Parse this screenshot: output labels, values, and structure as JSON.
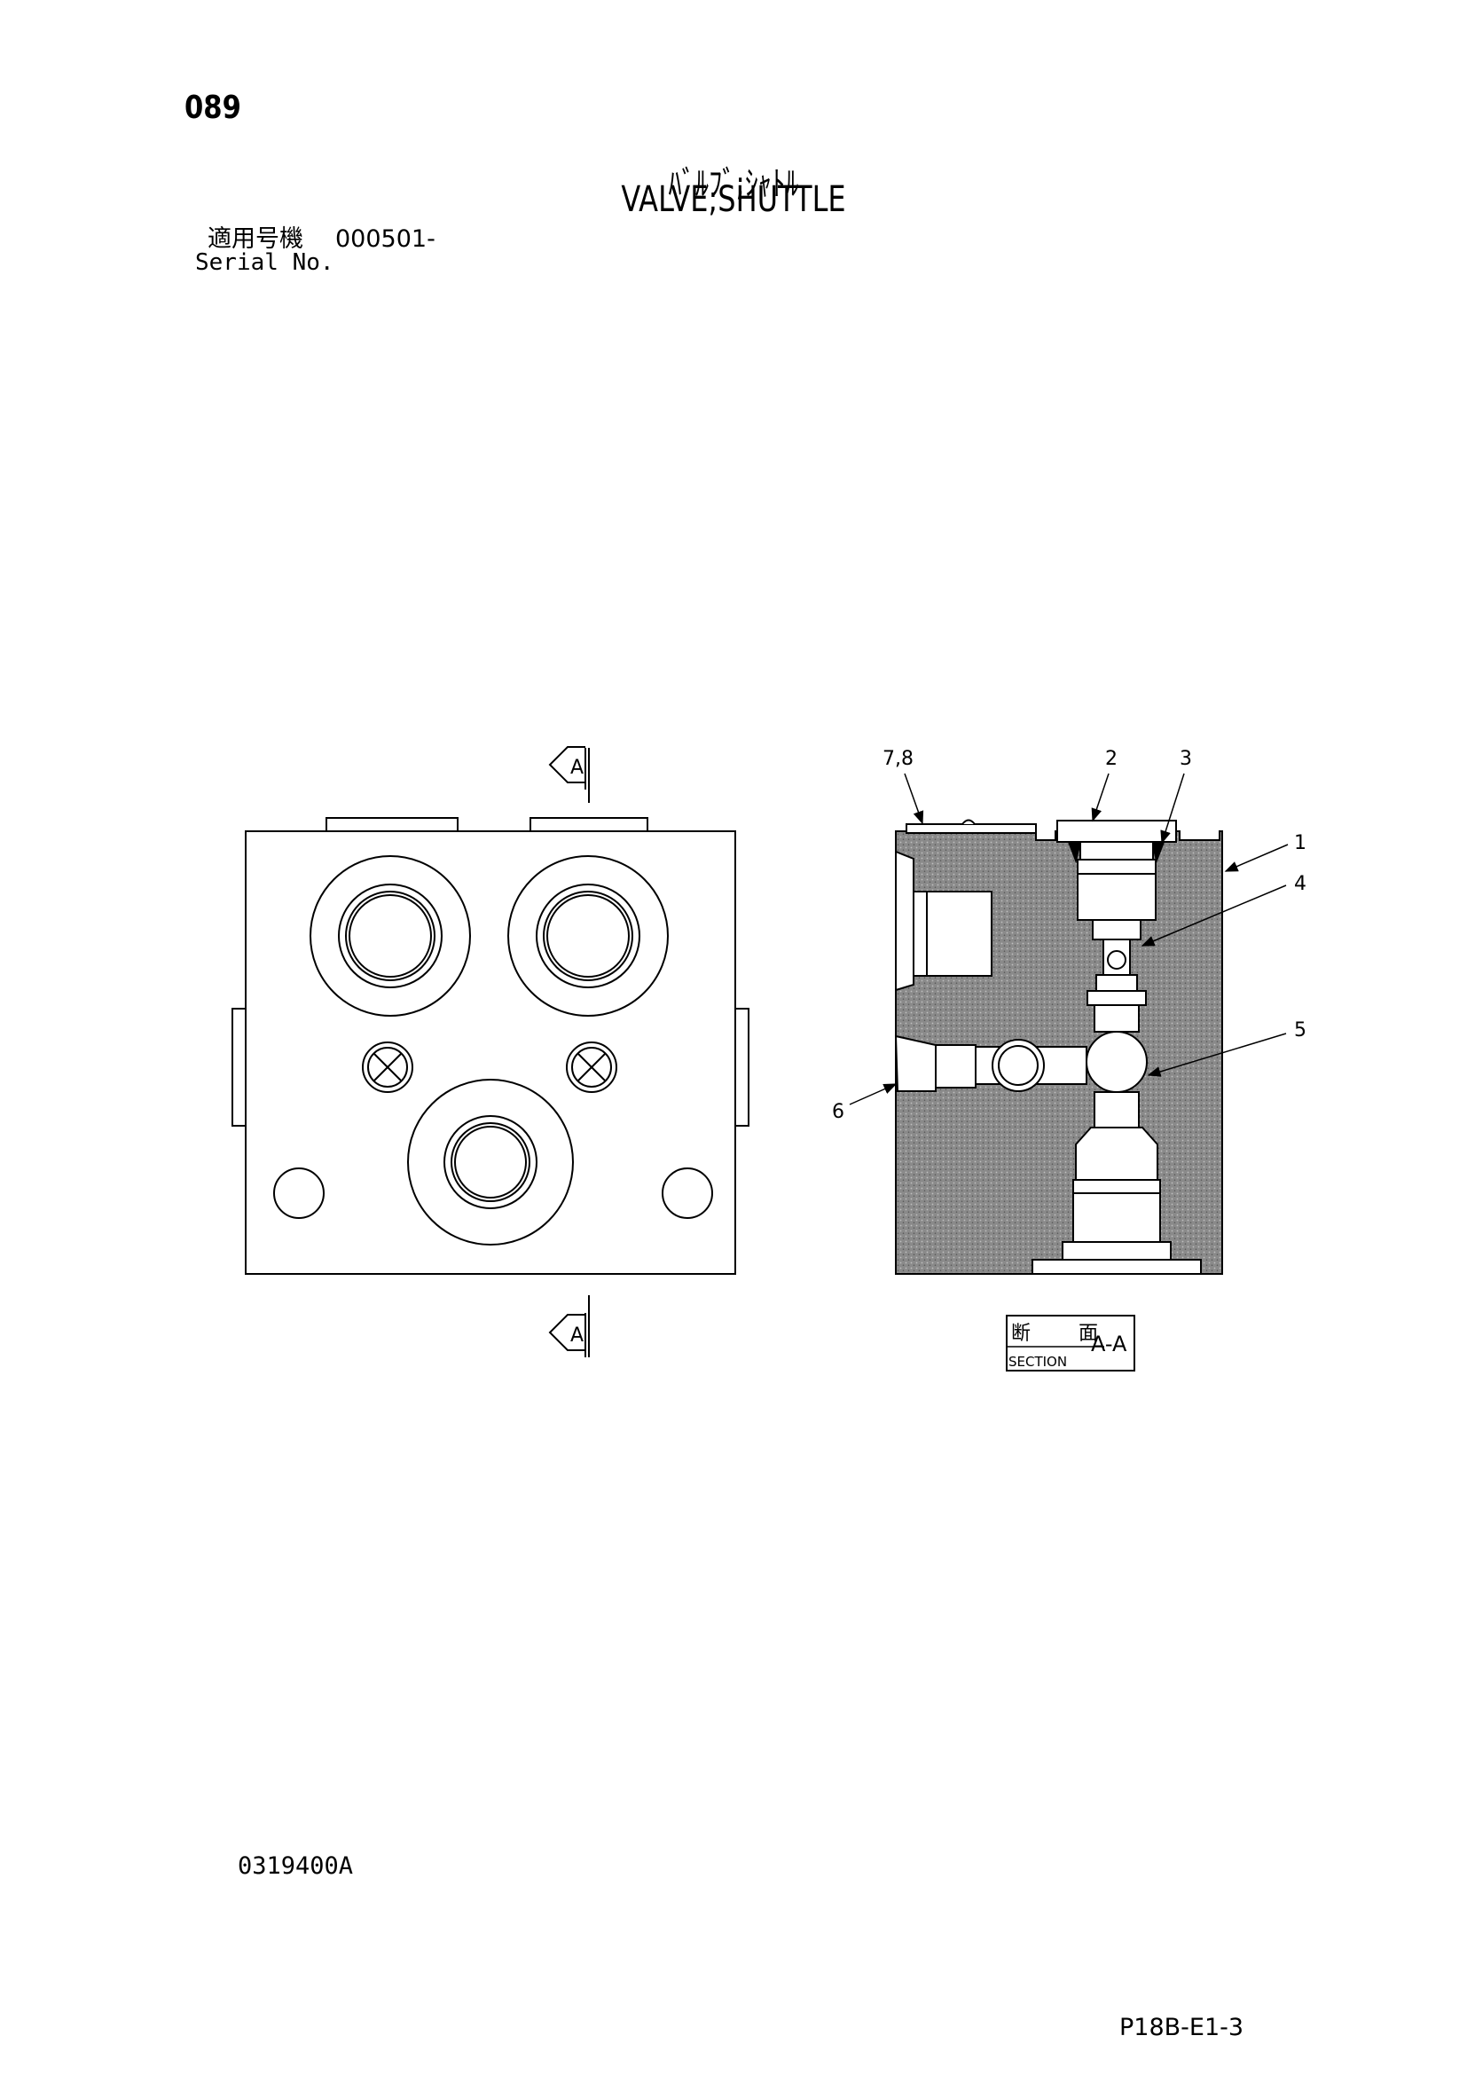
{
  "header": {
    "page_number": "089",
    "title_jp": "ﾊﾞﾙﾌﾞ;ｼｬﾄﾙ",
    "title_en": "VALVE;SHUTTLE",
    "serial_label_jp": "適用号機",
    "serial_value": "000501-",
    "serial_label_en": "Serial No."
  },
  "drawing": {
    "view_marker_top": "A",
    "view_marker_bottom": "A",
    "callouts": [
      "7,8",
      "2",
      "3",
      "1",
      "4",
      "5",
      "6"
    ],
    "section_box": {
      "jp_left": "断",
      "jp_right": "面",
      "en": "SECTION",
      "label": "A-A"
    }
  },
  "footer": {
    "drawing_number": "0319400A",
    "sheet_ref": "P18B-E1-3"
  }
}
